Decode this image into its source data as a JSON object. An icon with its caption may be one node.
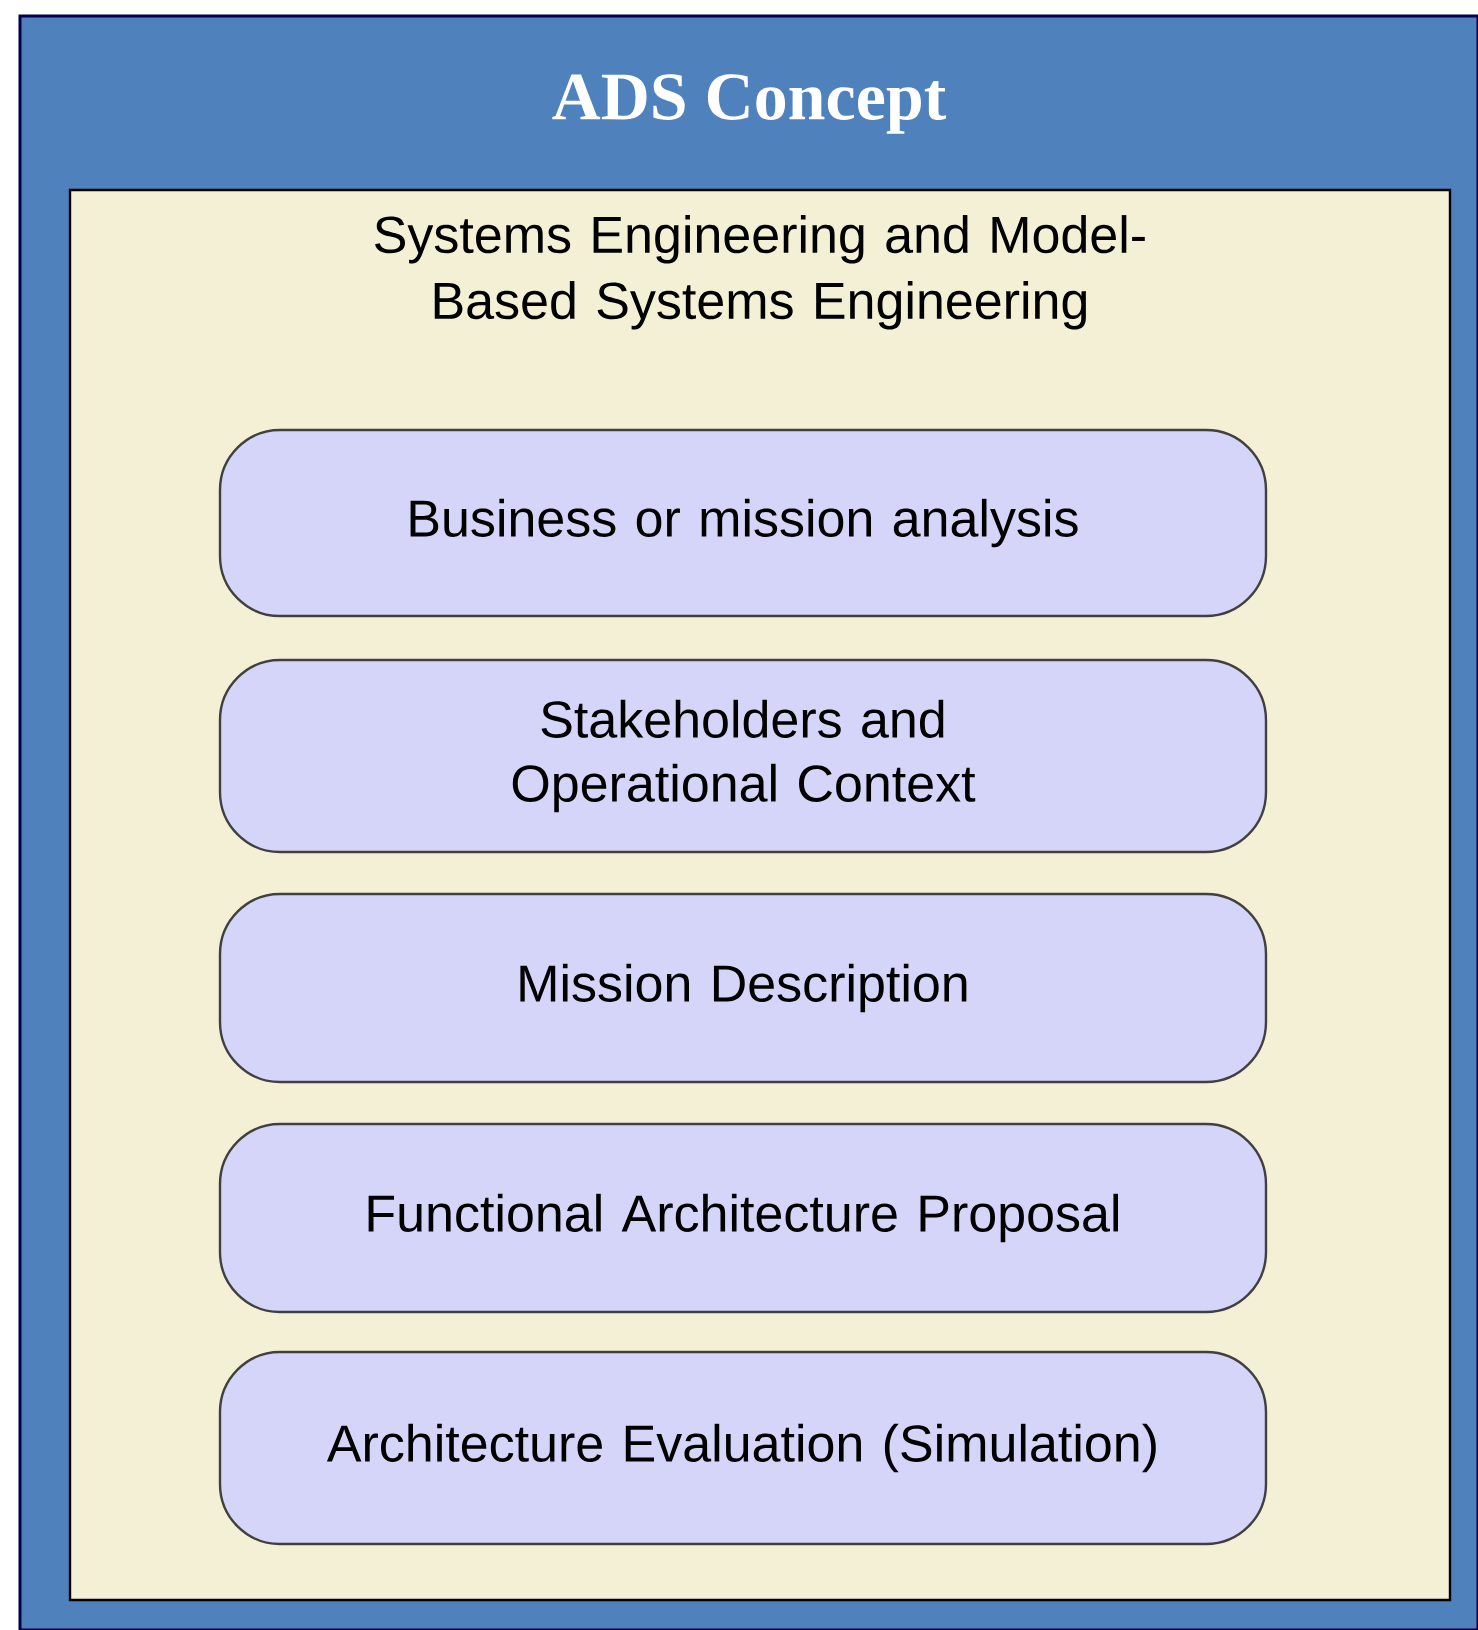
{
  "diagram": {
    "nodes": [
      {
        "text": [
          "ADS Concept"
        ]
      },
      {
        "text": [
          "Systems Engineering and Model-Based Systems Engineering"
        ],
        "in": 0
      },
      {
        "text": [
          "Business or mission analysis"
        ],
        "in": 1
      },
      {
        "text": [
          "Stakeholders and Operational Context"
        ],
        "in": 1
      },
      {
        "text": [
          "Mission Description"
        ],
        "in": 1
      },
      {
        "text": [
          "Functional Architecture Proposal"
        ],
        "in": 1
      },
      {
        "text": [
          "Architecture Evaluation (Simulation)"
        ],
        "in": 1
      }
    ]
  }
}
